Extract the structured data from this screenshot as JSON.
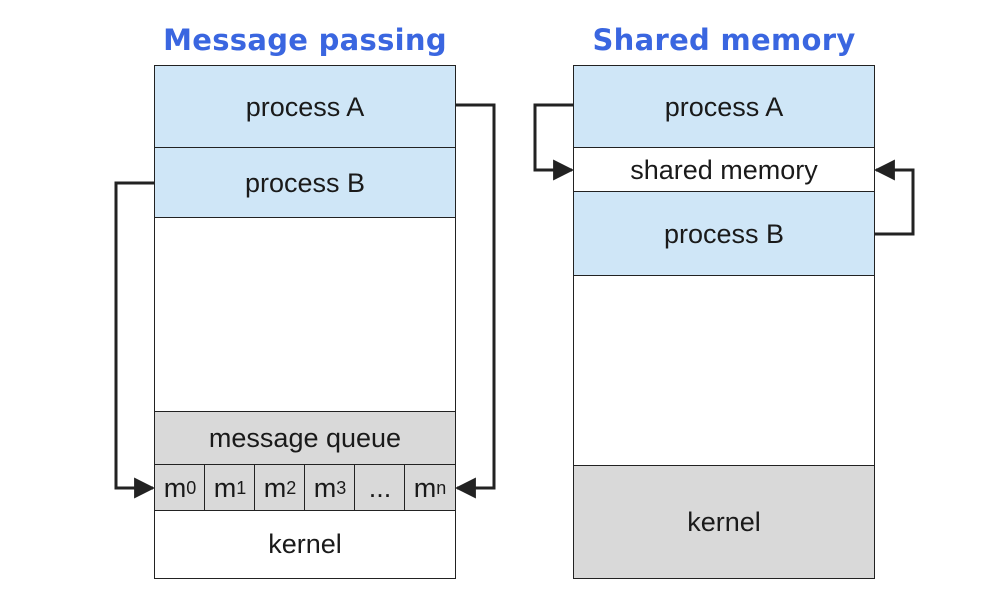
{
  "colors": {
    "title": "#3a66e0",
    "process_fill": "#cfe6f7",
    "kernel_fill": "#d9d9d9",
    "line": "#222222"
  },
  "message_passing": {
    "title": "Message passing",
    "process_a": "process A",
    "process_b": "process B",
    "queue_label": "message queue",
    "queue_cells": [
      {
        "base": "m",
        "sub": "0"
      },
      {
        "base": "m",
        "sub": "1"
      },
      {
        "base": "m",
        "sub": "2"
      },
      {
        "base": "m",
        "sub": "3"
      },
      {
        "base": "...",
        "sub": ""
      },
      {
        "base": "m",
        "sub": "n"
      }
    ],
    "kernel": "kernel"
  },
  "shared_memory": {
    "title": "Shared memory",
    "process_a": "process A",
    "shared": "shared memory",
    "process_b": "process B",
    "kernel": "kernel"
  }
}
